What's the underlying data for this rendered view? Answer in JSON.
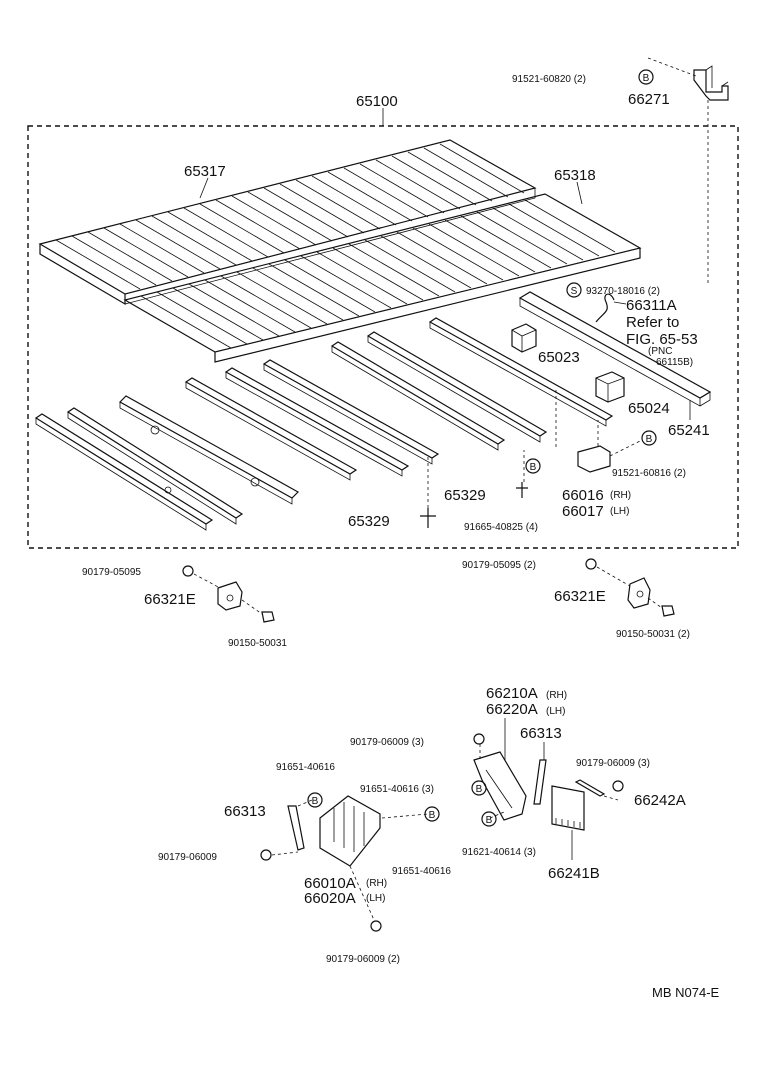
{
  "labels": {
    "l_91521_60820": "91521-60820 (2)",
    "l_66271": "66271",
    "l_65100": "65100",
    "l_65317": "65317",
    "l_65318": "65318",
    "l_93270": "93270-18016 (2)",
    "l_66311A": "66311A",
    "l_refer_to": "Refer to",
    "l_fig": "FIG. 65-53",
    "l_pnc": "(PNC",
    "l_66115B": "66115B)",
    "l_65023": "65023",
    "l_65024": "65024",
    "l_65241": "65241",
    "l_91521_60816": "91521-60816 (2)",
    "l_66016": "66016",
    "l_rh1": "(RH)",
    "l_66017": "66017",
    "l_lh1": "(LH)",
    "l_65329a": "65329",
    "l_65329b": "65329",
    "l_91665": "91665-40825 (4)",
    "l_90179_05095a": "90179-05095",
    "l_66321E_a": "66321E",
    "l_90150_a": "90150-50031",
    "l_90179_05095b": "90179-05095 (2)",
    "l_66321E_b": "66321E",
    "l_90150_b": "90150-50031 (2)",
    "l_66210A": "66210A",
    "l_rh2": "(RH)",
    "l_66220A": "66220A",
    "l_lh2": "(LH)",
    "l_90179_06009a": "90179-06009 (3)",
    "l_66313a": "66313",
    "l_91651_40616a": "91651-40616",
    "l_91651_40616b": "91651-40616 (3)",
    "l_90179_06009b": "90179-06009 (3)",
    "l_66242A": "66242A",
    "l_66313b": "66313",
    "l_90179_06009c": "90179-06009",
    "l_91621": "91621-40614 (3)",
    "l_91651_40616c": "91651-40616",
    "l_66241B": "66241B",
    "l_66010A": "66010A",
    "l_rh3": "(RH)",
    "l_66020A": "66020A",
    "l_lh3": "(LH)",
    "l_90179_06009d": "90179-06009 (2)",
    "l_ref_code": "MB N074-E"
  },
  "markers": {
    "b": "B",
    "s": "S"
  }
}
